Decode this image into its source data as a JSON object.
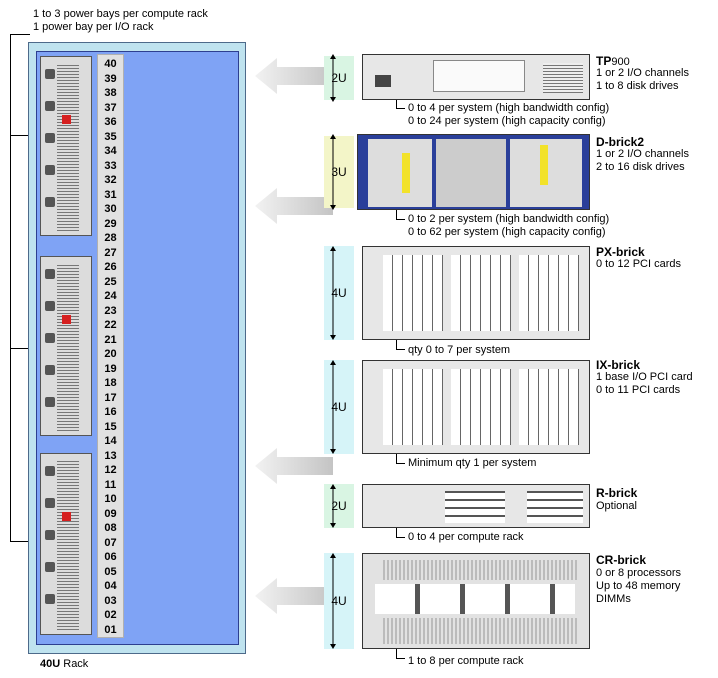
{
  "power_notes": [
    "1 to 3 power bays per compute rack",
    "1 power bay per I/O rack"
  ],
  "rack_label_bold": "40U",
  "rack_label_rest": " Rack",
  "slots": [
    "40",
    "39",
    "38",
    "37",
    "36",
    "35",
    "34",
    "33",
    "32",
    "31",
    "30",
    "29",
    "28",
    "27",
    "26",
    "25",
    "24",
    "23",
    "22",
    "21",
    "20",
    "19",
    "18",
    "17",
    "16",
    "15",
    "14",
    "13",
    "12",
    "11",
    "10",
    "09",
    "08",
    "07",
    "06",
    "05",
    "04",
    "03",
    "02",
    "01"
  ],
  "colors": {
    "rack_outer": "#bfe3ef",
    "rack_inner": "#7fa3f5",
    "u_2u": "#d9f5e3",
    "u_3u": "#f3f5c8",
    "u_4u": "#d6f4f8",
    "arrow": "#cfcfcf",
    "red_led": "#d62020"
  },
  "bricks": [
    {
      "u": "2U",
      "name_bold": "TP",
      "name_rest": "900",
      "desc": [
        "1 or 2 I/O channels",
        "1 to 8 disk drives"
      ],
      "callout": [
        "0 to 4 per system (high bandwidth config)",
        "0 to 24 per system (high capacity config)"
      ]
    },
    {
      "u": "3U",
      "name_bold": "D-brick2",
      "name_rest": "",
      "desc": [
        "1 or 2 I/O channels",
        "2 to 16 disk drives"
      ],
      "callout": [
        "0 to 2 per system (high bandwidth config)",
        "0 to 62 per system (high capacity config)"
      ]
    },
    {
      "u": "4U",
      "name_bold": "PX-brick",
      "name_rest": "",
      "desc": [
        "0 to 12 PCI cards"
      ],
      "callout": [
        "qty 0 to 7 per system"
      ]
    },
    {
      "u": "4U",
      "name_bold": "IX-brick",
      "name_rest": "",
      "desc": [
        "1 base I/O PCI card",
        "0 to 11 PCI cards"
      ],
      "callout": [
        "Minimum qty 1 per system"
      ]
    },
    {
      "u": "2U",
      "name_bold": "R-brick",
      "name_rest": "",
      "desc": [
        "Optional"
      ],
      "callout": [
        "0 to 4 per compute rack"
      ]
    },
    {
      "u": "4U",
      "name_bold": "CR-brick",
      "name_rest": "",
      "desc": [
        "0 or 8 processors",
        "Up to 48 memory DIMMs"
      ],
      "callout": [
        "1 to 8 per compute rack"
      ]
    }
  ]
}
